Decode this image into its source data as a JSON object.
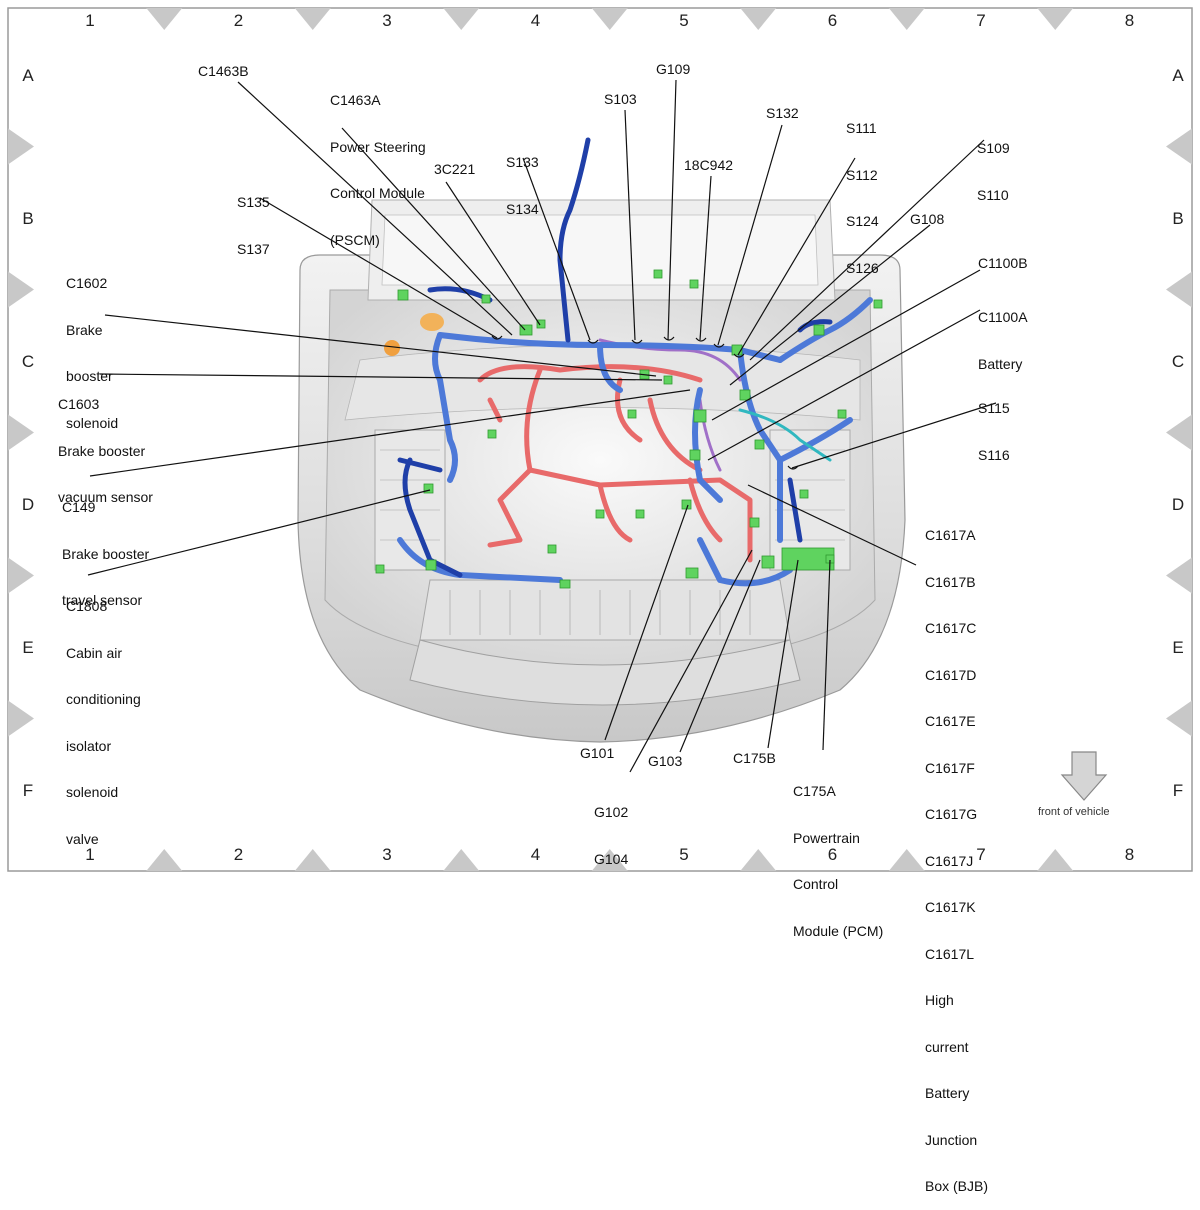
{
  "grid": {
    "columns": [
      "1",
      "2",
      "3",
      "4",
      "5",
      "6",
      "7",
      "8"
    ],
    "rows": [
      "A",
      "B",
      "C",
      "D",
      "E",
      "F"
    ]
  },
  "callouts": {
    "c1463b": [
      "C1463B"
    ],
    "c1463a": [
      "C1463A",
      "Power Steering",
      "Control Module",
      "(PSCM)"
    ],
    "g109": [
      "G109"
    ],
    "s103": [
      "S103"
    ],
    "s133": [
      "S133",
      "S134"
    ],
    "c3c221": [
      "3C221"
    ],
    "s132": [
      "S132"
    ],
    "s111": [
      "S111",
      "S112",
      "S124",
      "S126"
    ],
    "s109": [
      "S109",
      "S110"
    ],
    "s135": [
      "S135",
      "S137"
    ],
    "c18c942": [
      "18C942"
    ],
    "g108": [
      "G108"
    ],
    "c1100b": [
      "C1100B"
    ],
    "c1100a": [
      "C1100A",
      "Battery"
    ],
    "c1602": [
      "C1602",
      "Brake",
      "booster",
      "solenoid"
    ],
    "c1603": [
      "C1603",
      "Brake booster",
      "vacuum sensor"
    ],
    "s115": [
      "S115",
      "S116"
    ],
    "c149": [
      "C149",
      "Brake booster",
      "travel sensor"
    ],
    "c1808": [
      "C1808",
      "Cabin air",
      "conditioning",
      "isolator",
      "solenoid",
      "valve"
    ],
    "c1617": [
      "C1617A",
      "C1617B",
      "C1617C",
      "C1617D",
      "C1617E",
      "C1617F",
      "C1617G",
      "C1617J",
      "C1617K",
      "C1617L",
      "High",
      "current",
      "Battery",
      "Junction",
      "Box (BJB)"
    ],
    "g101": [
      "G101"
    ],
    "g102": [
      "G102",
      "G104"
    ],
    "g103": [
      "G103"
    ],
    "c175b": [
      "C175B"
    ],
    "c175a": [
      "C175A",
      "Powertrain",
      "Control",
      "Module (PCM)"
    ]
  },
  "front_label": "front of vehicle",
  "colors": {
    "harness_blue": "#3f6fd0",
    "harness_dark_blue": "#1f3fa8",
    "harness_red": "#e86a6a",
    "harness_purple": "#a070c8",
    "connector_green": "#5fd35f",
    "body_gray": "#d8d8d8"
  }
}
